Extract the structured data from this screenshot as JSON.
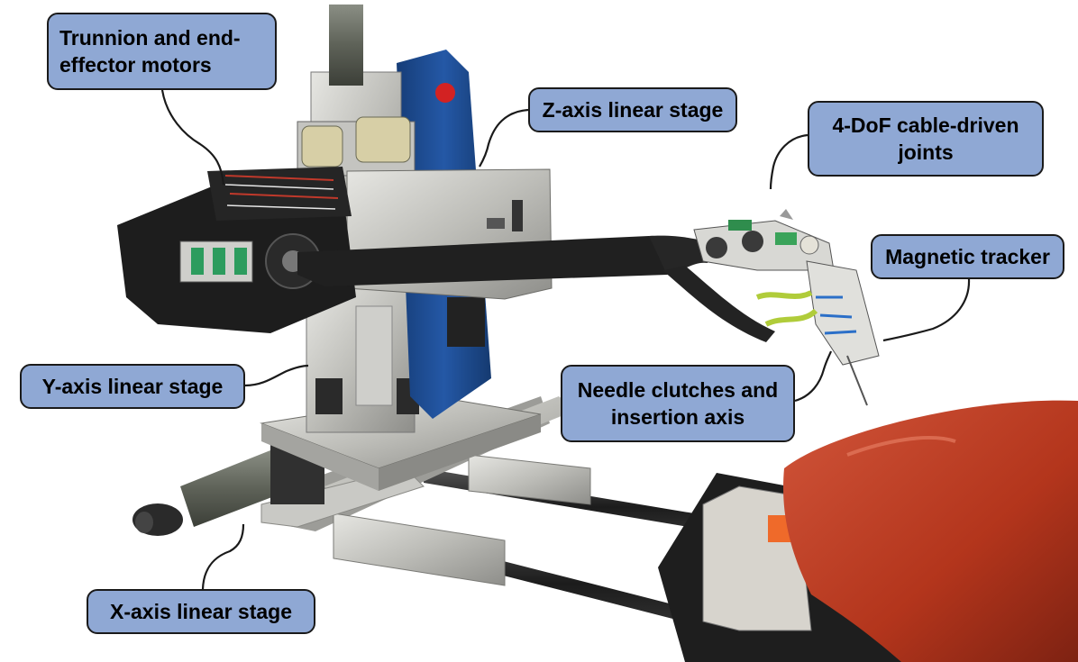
{
  "labels": {
    "trunnion": "Trunnion and end-\neffector motors",
    "z_axis": "Z-axis linear stage",
    "cable_joints": "4-DoF cable-driven\njoints",
    "magnetic": "Magnetic tracker",
    "y_axis": "Y-axis linear stage",
    "needle": "Needle clutches and\ninsertion axis",
    "x_axis": "X-axis linear stage"
  },
  "colors": {
    "callout_fill": "#8fa8d4",
    "callout_border": "#1a1a1a",
    "robot_blue": "#1f4f93",
    "aluminum": "#c8c8c4",
    "cable_black": "#1e1e1e",
    "phantom_red": "#b5381f"
  }
}
